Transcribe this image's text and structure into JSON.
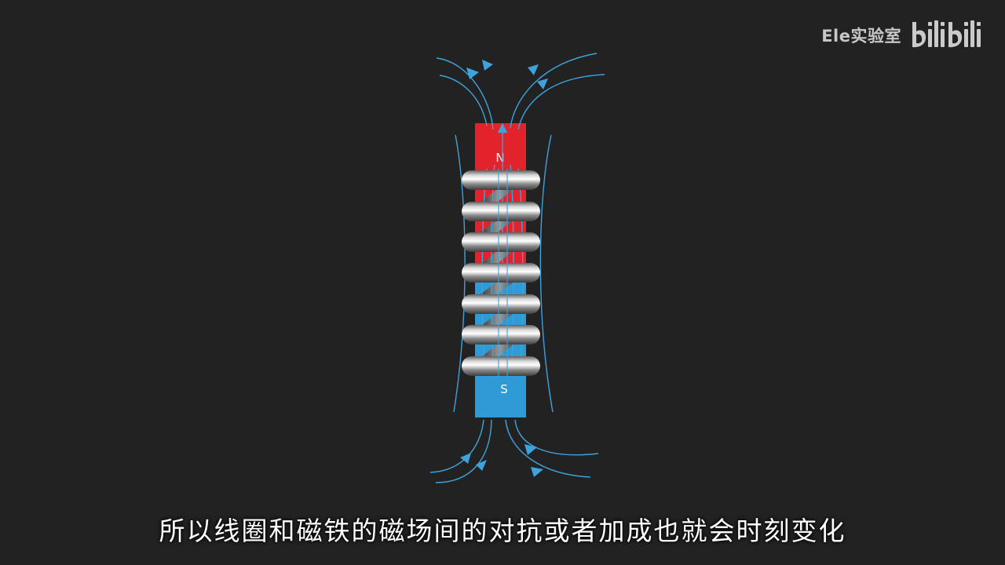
{
  "watermark": {
    "channel": "Ele实验室",
    "logo": "bilibili",
    "logo_icon": "bilibili-logo-icon"
  },
  "magnet": {
    "north_label": "N",
    "south_label": "S",
    "north_color": "#e3232b",
    "south_color": "#2e9bd6"
  },
  "field_line_color": "#3ea3dc",
  "coil_color": "#b8b8b8",
  "subtitle": "所以线圈和磁铁的磁场间的对抗或者加成也就会时刻变化"
}
